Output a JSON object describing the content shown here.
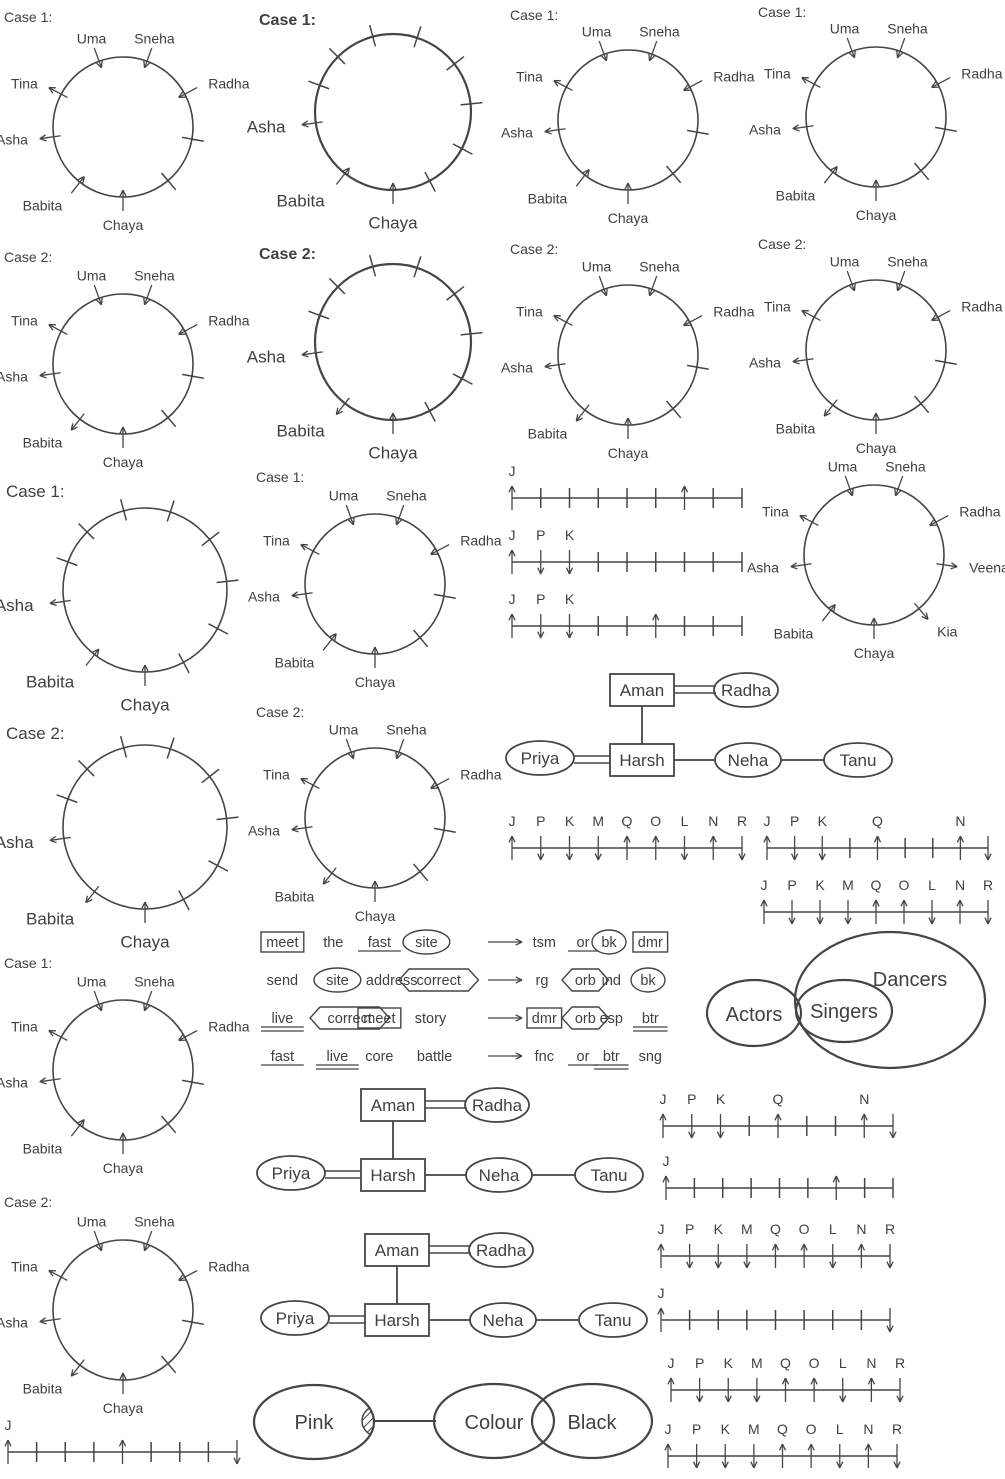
{
  "colors": {
    "ink": "#454545",
    "text": "#404040",
    "bg": "#ffffff"
  },
  "captions": {
    "case1": "Case 1:",
    "case2": "Case 2:"
  },
  "people": {
    "uma": "Uma",
    "sneha": "Sneha",
    "radha": "Radha",
    "tina": "Tina",
    "asha": "Asha",
    "babita": "Babita",
    "chaya": "Chaya",
    "veena": "Veena",
    "kia": "Kia"
  },
  "family": {
    "aman": "Aman",
    "radha": "Radha",
    "priya": "Priya",
    "harsh": "Harsh",
    "neha": "Neha",
    "tanu": "Tanu"
  },
  "line_letters": [
    "J",
    "P",
    "K",
    "M",
    "Q",
    "O",
    "L",
    "N",
    "R"
  ],
  "code_rows": [
    {
      "words": [
        {
          "text": "meet",
          "shape": "rect"
        },
        {
          "text": "the",
          "shape": "none"
        },
        {
          "text": "fast",
          "shape": "under"
        },
        {
          "text": "site",
          "shape": "ellipse"
        }
      ],
      "codes": [
        {
          "text": "tsm",
          "shape": "none"
        },
        {
          "text": "or",
          "shape": "under"
        },
        {
          "text": "bk",
          "shape": "ellipse"
        },
        {
          "text": "dmr",
          "shape": "rect"
        }
      ]
    },
    {
      "words": [
        {
          "text": "send",
          "shape": "none"
        },
        {
          "text": "site",
          "shape": "ellipse"
        },
        {
          "text": "address",
          "shape": "none"
        },
        {
          "text": "correct",
          "shape": "hex"
        }
      ],
      "codes": [
        {
          "text": "rg",
          "shape": "none"
        },
        {
          "text": "orb",
          "shape": "hex"
        },
        {
          "text": "ind",
          "shape": "none"
        },
        {
          "text": "bk",
          "shape": "ellipse"
        }
      ]
    },
    {
      "words": [
        {
          "text": "live",
          "shape": "dunder"
        },
        {
          "text": "correct",
          "shape": "hex"
        },
        {
          "text": "meet",
          "shape": "rect"
        },
        {
          "text": "story",
          "shape": "none"
        }
      ],
      "codes": [
        {
          "text": "dmr",
          "shape": "rect"
        },
        {
          "text": "orb",
          "shape": "hex"
        },
        {
          "text": "esp",
          "shape": "none"
        },
        {
          "text": "btr",
          "shape": "dunder"
        }
      ]
    },
    {
      "words": [
        {
          "text": "fast",
          "shape": "under"
        },
        {
          "text": "live",
          "shape": "dunder"
        },
        {
          "text": "core",
          "shape": "none"
        },
        {
          "text": "battle",
          "shape": "none"
        }
      ],
      "codes": [
        {
          "text": "fnc",
          "shape": "none"
        },
        {
          "text": "or",
          "shape": "under"
        },
        {
          "text": "btr",
          "shape": "dunder"
        },
        {
          "text": "sng",
          "shape": "none"
        }
      ]
    }
  ],
  "venn_groups": {
    "actors": "Actors",
    "singers": "Singers",
    "dancers": "Dancers"
  },
  "venn_colours": {
    "pink": "Pink",
    "colour": "Colour",
    "black": "Black"
  }
}
